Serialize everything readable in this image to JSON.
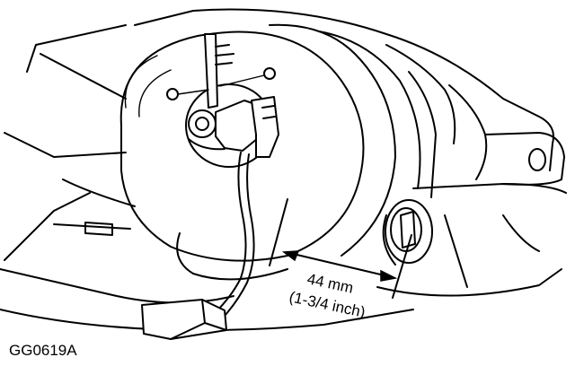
{
  "dimension": {
    "metric": "44 mm",
    "imperial": "(1-3/4 inch)"
  },
  "figure_id": "GG0619A",
  "colors": {
    "ink": "#000000",
    "paper": "#ffffff"
  }
}
